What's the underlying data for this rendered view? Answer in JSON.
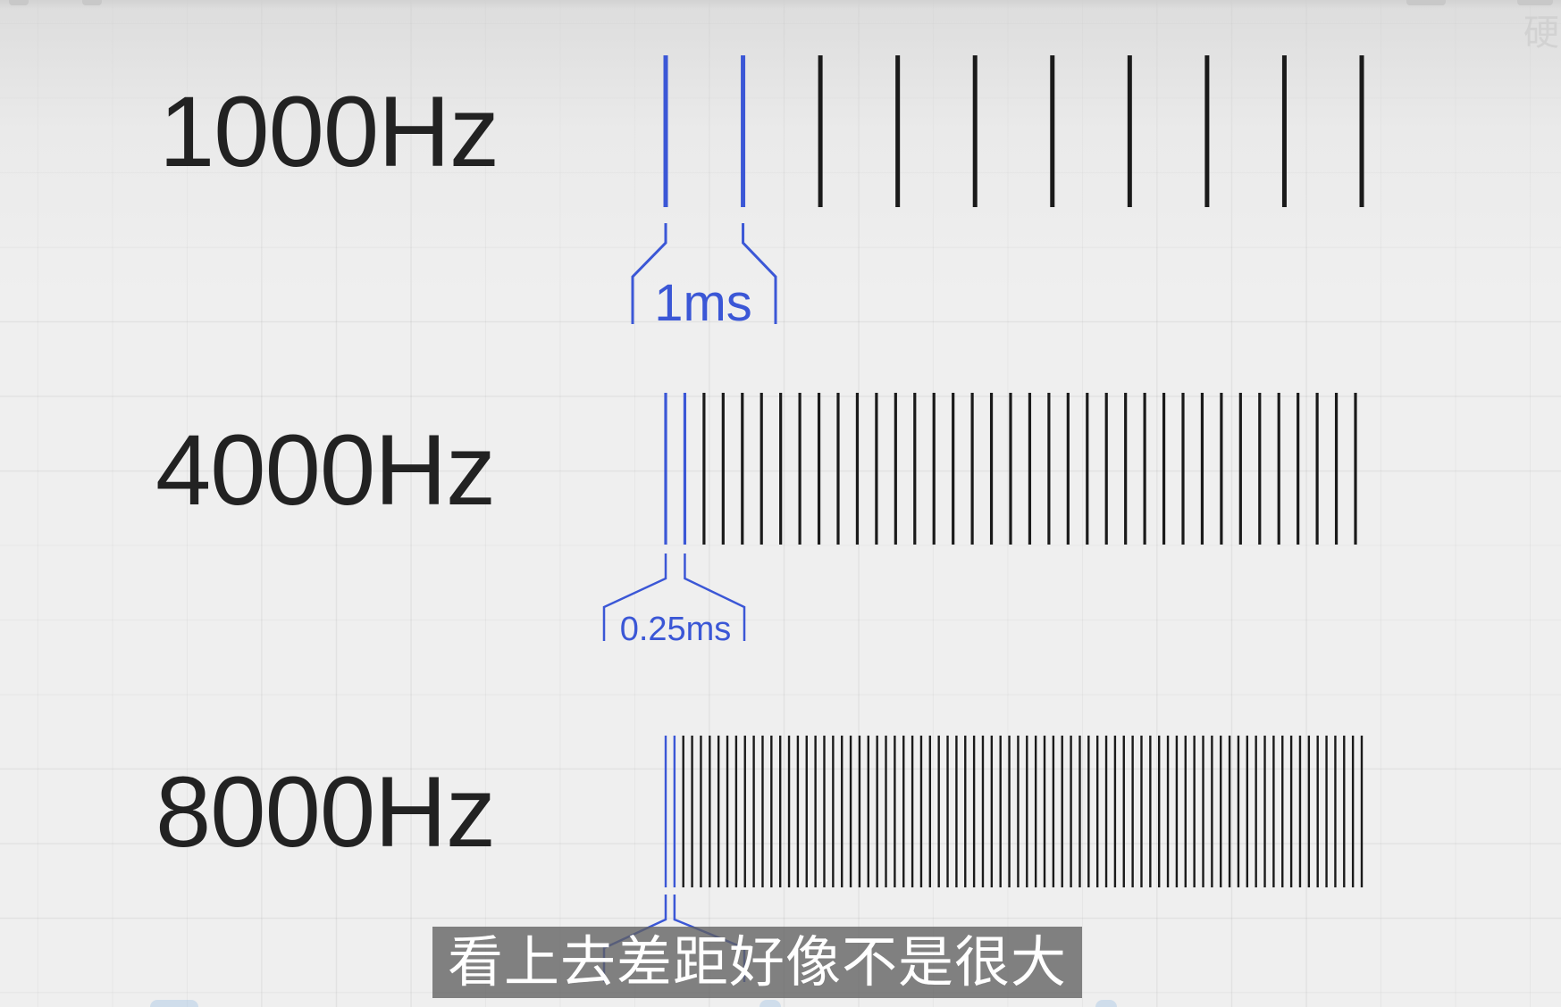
{
  "colors": {
    "background": "#efefef",
    "text": "#222222",
    "accent": "#3b57d6",
    "tick_black": "#1a1a1a"
  },
  "rows": [
    {
      "label": "1000Hz",
      "tick_count": 10,
      "highlight_count": 2,
      "interval_label": "1ms"
    },
    {
      "label": "4000Hz",
      "tick_count": 37,
      "highlight_count": 2,
      "interval_label": "0.25ms"
    },
    {
      "label": "8000Hz",
      "tick_count": 80,
      "highlight_count": 2,
      "interval_label": ""
    }
  ],
  "subtitle": "看上去差距好像不是很大",
  "watermark": "硬"
}
